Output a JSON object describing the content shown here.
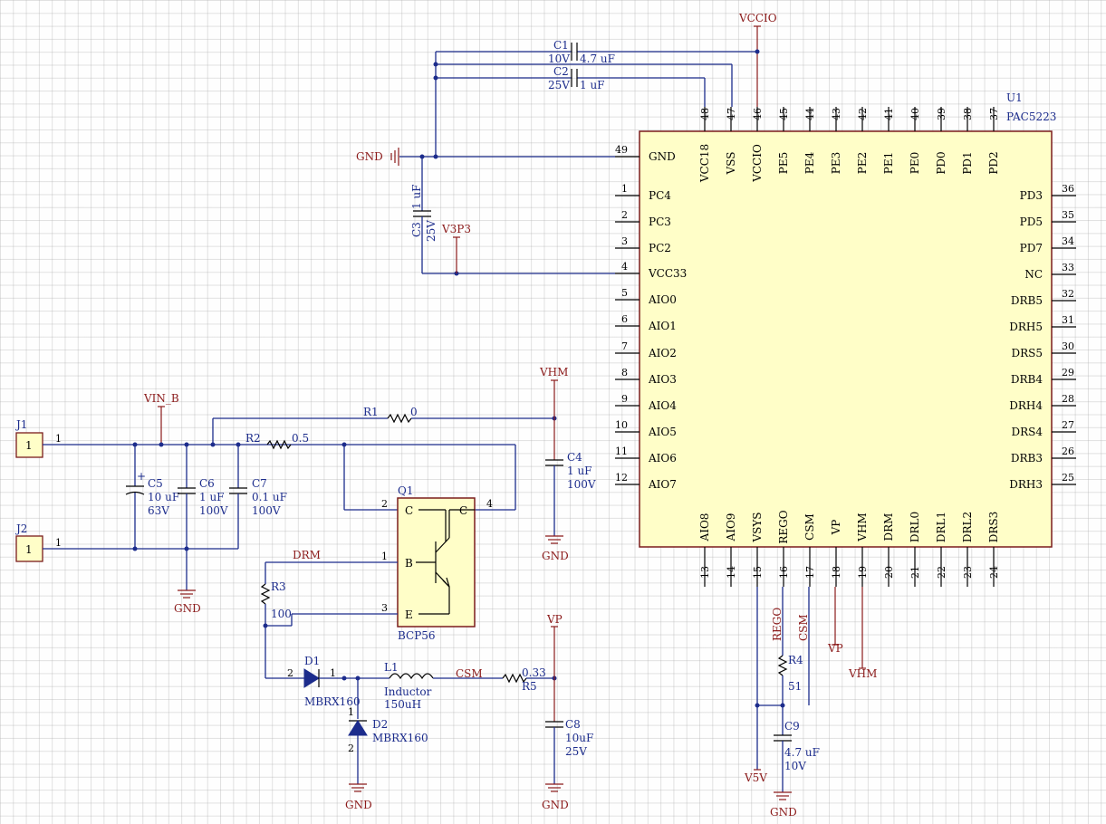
{
  "ic": {
    "designator": "U1",
    "part": "PAC5223",
    "top_pins": [
      {
        "num": "48",
        "name": "VCC18"
      },
      {
        "num": "47",
        "name": "VSS"
      },
      {
        "num": "46",
        "name": "VCCIO"
      },
      {
        "num": "45",
        "name": "PE5"
      },
      {
        "num": "44",
        "name": "PE4"
      },
      {
        "num": "43",
        "name": "PE3"
      },
      {
        "num": "42",
        "name": "PE2"
      },
      {
        "num": "41",
        "name": "PE1"
      },
      {
        "num": "40",
        "name": "PE0"
      },
      {
        "num": "39",
        "name": "PD0"
      },
      {
        "num": "38",
        "name": "PD1"
      },
      {
        "num": "37",
        "name": "PD2"
      }
    ],
    "bottom_pins": [
      {
        "num": "13",
        "name": "AIO8"
      },
      {
        "num": "14",
        "name": "AIO9"
      },
      {
        "num": "15",
        "name": "VSYS"
      },
      {
        "num": "16",
        "name": "REGO"
      },
      {
        "num": "17",
        "name": "CSM"
      },
      {
        "num": "18",
        "name": "VP"
      },
      {
        "num": "19",
        "name": "VHM"
      },
      {
        "num": "20",
        "name": "DRM"
      },
      {
        "num": "21",
        "name": "DRL0"
      },
      {
        "num": "22",
        "name": "DRL1"
      },
      {
        "num": "23",
        "name": "DRL2"
      },
      {
        "num": "24",
        "name": "DRS3"
      }
    ],
    "left_pins": [
      {
        "num": "49",
        "name": "GND"
      },
      {
        "num": "1",
        "name": "PC4"
      },
      {
        "num": "2",
        "name": "PC3"
      },
      {
        "num": "3",
        "name": "PC2"
      },
      {
        "num": "4",
        "name": "VCC33"
      },
      {
        "num": "5",
        "name": "AIO0"
      },
      {
        "num": "6",
        "name": "AIO1"
      },
      {
        "num": "7",
        "name": "AIO2"
      },
      {
        "num": "8",
        "name": "AIO3"
      },
      {
        "num": "9",
        "name": "AIO4"
      },
      {
        "num": "10",
        "name": "AIO5"
      },
      {
        "num": "11",
        "name": "AIO6"
      },
      {
        "num": "12",
        "name": "AIO7"
      }
    ],
    "right_pins": [
      {
        "num": "36",
        "name": "PD3"
      },
      {
        "num": "35",
        "name": "PD5"
      },
      {
        "num": "34",
        "name": "PD7"
      },
      {
        "num": "33",
        "name": "NC"
      },
      {
        "num": "32",
        "name": "DRB5"
      },
      {
        "num": "31",
        "name": "DRH5"
      },
      {
        "num": "30",
        "name": "DRS5"
      },
      {
        "num": "29",
        "name": "DRB4"
      },
      {
        "num": "28",
        "name": "DRH4"
      },
      {
        "num": "27",
        "name": "DRS4"
      },
      {
        "num": "26",
        "name": "DRB3"
      },
      {
        "num": "25",
        "name": "DRH3"
      }
    ]
  },
  "transistor": {
    "designator": "Q1",
    "part": "BCP56",
    "pin_c": "C",
    "pin_c2": "C",
    "pin_b": "B",
    "pin_e": "E",
    "num_c": "2",
    "num_c2": "4",
    "num_b": "1",
    "num_e": "3"
  },
  "components": {
    "c1": {
      "des": "C1",
      "volt": "10V",
      "val": "4.7 uF"
    },
    "c2": {
      "des": "C2",
      "volt": "25V",
      "val": "1 uF"
    },
    "c3": {
      "des": "C3",
      "volt": "25V",
      "val": "1 uF"
    },
    "c4": {
      "des": "C4",
      "val": "1 uF",
      "volt": "100V"
    },
    "c5": {
      "des": "C5",
      "val": "10 uF",
      "volt": "63V"
    },
    "c6": {
      "des": "C6",
      "val": "1 uF",
      "volt": "100V"
    },
    "c7": {
      "des": "C7",
      "val": "0.1 uF",
      "volt": "100V"
    },
    "c8": {
      "des": "C8",
      "val": "10uF",
      "volt": "25V"
    },
    "c9": {
      "des": "C9",
      "val": "4.7 uF",
      "volt": "10V"
    },
    "r1": {
      "des": "R1",
      "val": "0"
    },
    "r2": {
      "des": "R2",
      "val": "0.5"
    },
    "r3": {
      "des": "R3",
      "val": "100"
    },
    "r4": {
      "des": "R4",
      "val": "51"
    },
    "r5": {
      "des": "R5",
      "val": "0.33"
    },
    "l1": {
      "des": "L1",
      "type": "Inductor",
      "val": "150uH"
    },
    "d1": {
      "des": "D1",
      "part": "MBRX160",
      "pin2": "2",
      "pin1": "1"
    },
    "d2": {
      "des": "D2",
      "part": "MBRX160",
      "pin1": "1",
      "pin2": "2"
    },
    "j1": {
      "des": "J1",
      "pin": "1",
      "pinnum": "1"
    },
    "j2": {
      "des": "J2",
      "pin": "1",
      "pinnum": "1"
    },
    "plus": "+"
  },
  "nets": {
    "vccio": "VCCIO",
    "gnd_top": "GND",
    "v3p3": "V3P3",
    "vhm_top": "VHM",
    "vin_b": "VIN_B",
    "gnd_c5": "GND",
    "gnd_c4": "GND",
    "drm": "DRM",
    "vp_top": "VP",
    "csm_l": "CSM",
    "gnd_d2": "GND",
    "gnd_c8": "GND",
    "rego_v": "REGO",
    "csm_v": "CSM",
    "vp_bot": "VP",
    "vhm_bot": "VHM",
    "v5v": "V5V",
    "gnd_c9": "GND"
  }
}
